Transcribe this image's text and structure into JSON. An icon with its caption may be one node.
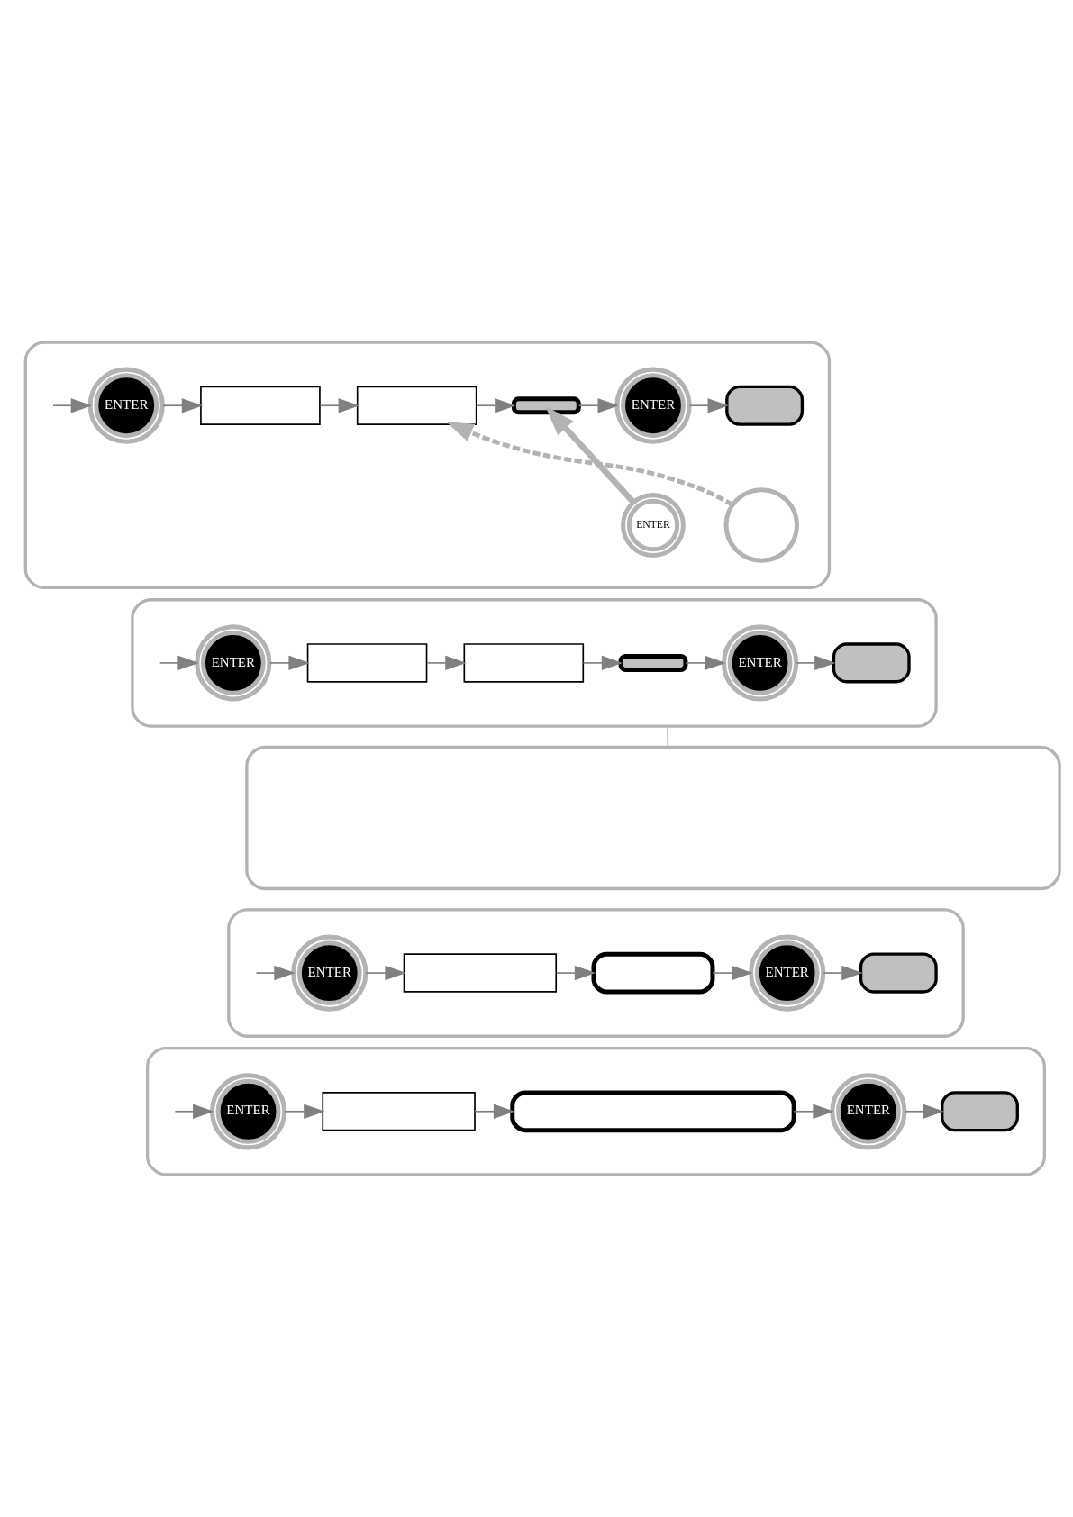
{
  "diagram": {
    "nodes": [
      {
        "text": [],
        "shape": "box"
      },
      {
        "text": [
          "ENTER"
        ],
        "in": 0
      },
      {
        "text": [],
        "shape": "box",
        "in": 0
      },
      {
        "text": [],
        "shape": "box",
        "in": 0
      },
      {
        "text": [],
        "shape": "bar",
        "in": 0
      },
      {
        "text": [
          "ENTER"
        ],
        "in": 0
      },
      {
        "text": [],
        "shape": "box",
        "in": 0
      },
      {
        "text": [],
        "shape": "circle",
        "in": 0
      },
      {
        "text": [
          "ENTER"
        ],
        "in": 0
      },
      {
        "text": [],
        "shape": "box"
      },
      {
        "text": [
          "ENTER"
        ],
        "in": 9
      },
      {
        "text": [],
        "shape": "box",
        "in": 9
      },
      {
        "text": [],
        "shape": "box",
        "in": 9
      },
      {
        "text": [],
        "shape": "bar",
        "in": 9
      },
      {
        "text": [
          "ENTER"
        ],
        "in": 9
      },
      {
        "text": [],
        "shape": "box",
        "in": 9
      },
      {
        "text": [],
        "shape": "callout"
      },
      {
        "text": [],
        "shape": "box"
      },
      {
        "text": [
          "ENTER"
        ],
        "in": 17
      },
      {
        "text": [],
        "shape": "box",
        "in": 17
      },
      {
        "text": [],
        "shape": "box",
        "in": 17
      },
      {
        "text": [
          "ENTER"
        ],
        "in": 17
      },
      {
        "text": [],
        "shape": "box",
        "in": 17
      },
      {
        "text": [],
        "shape": "box"
      },
      {
        "text": [
          "ENTER"
        ],
        "in": 23
      },
      {
        "text": [],
        "shape": "box",
        "in": 23
      },
      {
        "text": [],
        "shape": "box",
        "in": 23
      },
      {
        "text": [
          "ENTER"
        ],
        "in": 23
      },
      {
        "text": [],
        "shape": "box",
        "in": 23
      }
    ],
    "edges": [
      {
        "from": null,
        "to": 1,
        "arrow": "to"
      },
      {
        "from": 1,
        "to": 2,
        "arrow": "to"
      },
      {
        "from": 2,
        "to": 3,
        "arrow": "to"
      },
      {
        "from": 3,
        "to": 4,
        "arrow": "to"
      },
      {
        "from": 4,
        "to": 5,
        "arrow": "to"
      },
      {
        "from": 5,
        "to": 6,
        "arrow": "to"
      },
      {
        "from": 7,
        "to": 3,
        "arrow": "to",
        "style": "dashed",
        "color": "#b3b3b3"
      },
      {
        "from": 8,
        "to": 4,
        "arrow": "to",
        "style": "thick",
        "color": "#b3b3b3"
      },
      {
        "from": null,
        "to": 10,
        "arrow": "to"
      },
      {
        "from": 10,
        "to": 11,
        "arrow": "to"
      },
      {
        "from": 11,
        "to": 12,
        "arrow": "to"
      },
      {
        "from": 12,
        "to": 13,
        "arrow": "to"
      },
      {
        "from": 13,
        "to": 14,
        "arrow": "to"
      },
      {
        "from": 14,
        "to": 15,
        "arrow": "to"
      },
      {
        "from": 16,
        "to": 9,
        "arrow": "none",
        "color": "#b3b3b3"
      },
      {
        "from": null,
        "to": 18,
        "arrow": "to"
      },
      {
        "from": 18,
        "to": 19,
        "arrow": "to"
      },
      {
        "from": 19,
        "to": 20,
        "arrow": "to"
      },
      {
        "from": 20,
        "to": 21,
        "arrow": "to"
      },
      {
        "from": 21,
        "to": 22,
        "arrow": "to"
      },
      {
        "from": null,
        "to": 24,
        "arrow": "to"
      },
      {
        "from": 24,
        "to": 25,
        "arrow": "to"
      },
      {
        "from": 25,
        "to": 26,
        "arrow": "to"
      },
      {
        "from": 26,
        "to": 27,
        "arrow": "to"
      },
      {
        "from": 27,
        "to": 28,
        "arrow": "to"
      }
    ]
  }
}
